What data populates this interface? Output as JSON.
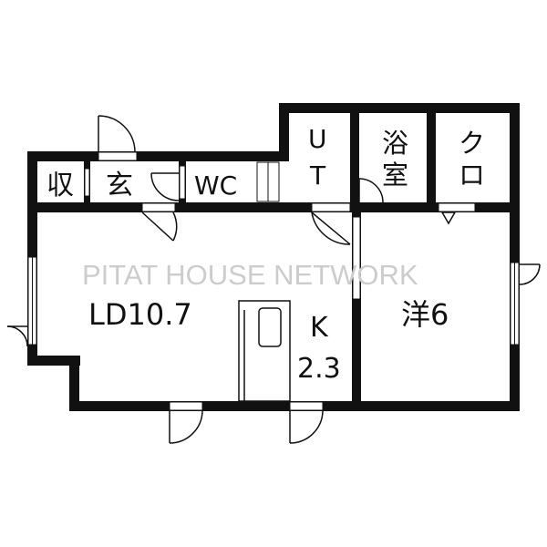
{
  "watermark": "PITAT HOUSE NETWORK",
  "rooms": {
    "storage": "収",
    "entrance": "玄",
    "wc": "WC",
    "ut_1": "U",
    "ut_2": "T",
    "bath_1": "浴",
    "bath_2": "室",
    "closet_1": "ク",
    "closet_2": "ロ",
    "ld": "LD10.7",
    "kitchen_1": "K",
    "kitchen_2": "2.3",
    "western": "洋6"
  },
  "colors": {
    "wall": "#111111",
    "watermark": "#cccccc",
    "background": "#ffffff"
  }
}
